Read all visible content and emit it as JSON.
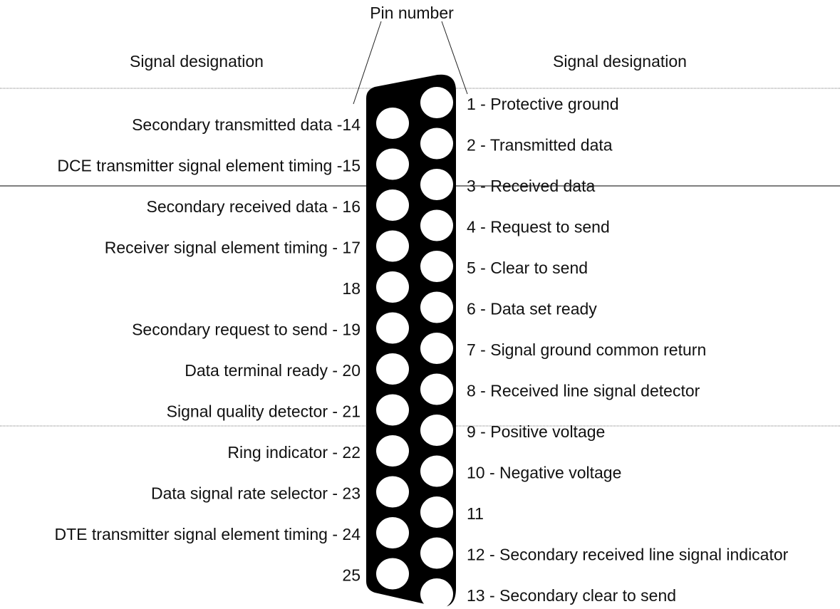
{
  "header": {
    "pin_number": "Pin number",
    "left_title": "Signal designation",
    "right_title": "Signal designation"
  },
  "top_row": [
    {
      "label": "1 - Protective ground"
    },
    {
      "label": "2 - Transmitted data"
    },
    {
      "label": "3 - Received data"
    },
    {
      "label": "4 - Request to send"
    },
    {
      "label": "5 - Clear to send"
    },
    {
      "label": "6 - Data set ready"
    },
    {
      "label": "7 - Signal ground common return"
    },
    {
      "label": "8 - Received line signal detector"
    },
    {
      "label": "9 - Positive voltage"
    },
    {
      "label": "10 - Negative voltage"
    },
    {
      "label": "11"
    },
    {
      "label": "12 - Secondary received line signal indicator"
    },
    {
      "label": "13 - Secondary clear to send"
    }
  ],
  "bottom_row": [
    {
      "label": "Secondary transmitted data -14"
    },
    {
      "label": "DCE transmitter signal element timing -15"
    },
    {
      "label": "Secondary received data - 16"
    },
    {
      "label": "Receiver signal element timing - 17"
    },
    {
      "label": "18"
    },
    {
      "label": "Secondary request to send - 19"
    },
    {
      "label": "Data terminal ready - 20"
    },
    {
      "label": "Signal quality detector - 21"
    },
    {
      "label": "Ring indicator - 22"
    },
    {
      "label": "Data signal rate selector - 23"
    },
    {
      "label": "DTE transmitter signal element timing - 24"
    },
    {
      "label": "25"
    }
  ],
  "colors": {
    "connector_body": "#000000",
    "pin_fill": "#ffffff",
    "text": "#111111"
  }
}
